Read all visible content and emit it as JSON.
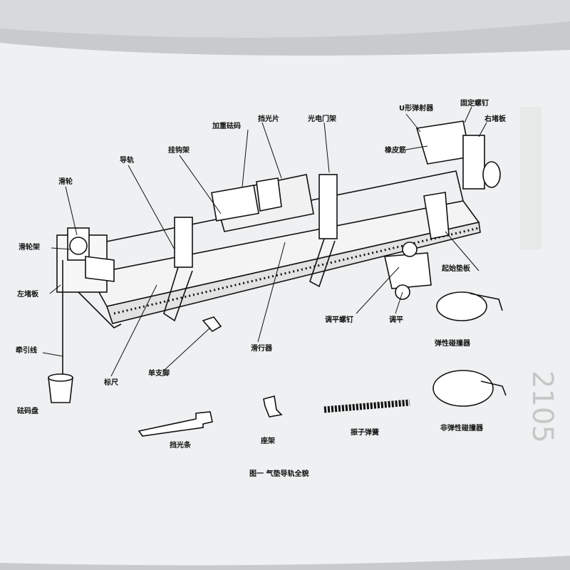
{
  "caption": "图一  气垫导轨全貌",
  "bleed_text": "2105",
  "labels": {
    "hualun": "滑轮",
    "hualunjia": "滑轮架",
    "zuoduanban": "左堵板",
    "qianyinxian": "牵引线",
    "famaopan": "砝码盘",
    "daogui": "导轨",
    "guagoujia": "挂钩架",
    "jiazhongfama": "加重砝码",
    "dangguangpian": "挡光片",
    "guangdianmenjia": "光电门架",
    "uxingtanshegi": "U形弹射器",
    "gudingluoding": "固定螺钉",
    "youduanban": "右堵板",
    "xiangpijin": "橡皮筋",
    "qiqiudianban": "起始垫板",
    "tiaopingluoding": "调平螺钉",
    "tiaoping": "调平",
    "huaxingqi": "滑行器",
    "biaochi": "标尺",
    "danzhijiao": "单支脚",
    "tanxingpengzhuangqi": "弹性碰撞器",
    "dangguangtiao": "挡光条",
    "zuojia": "座架",
    "zhenzitanhuang": "振子弹簧",
    "feitanxingpengzhuangqi": "非弹性碰撞器"
  }
}
